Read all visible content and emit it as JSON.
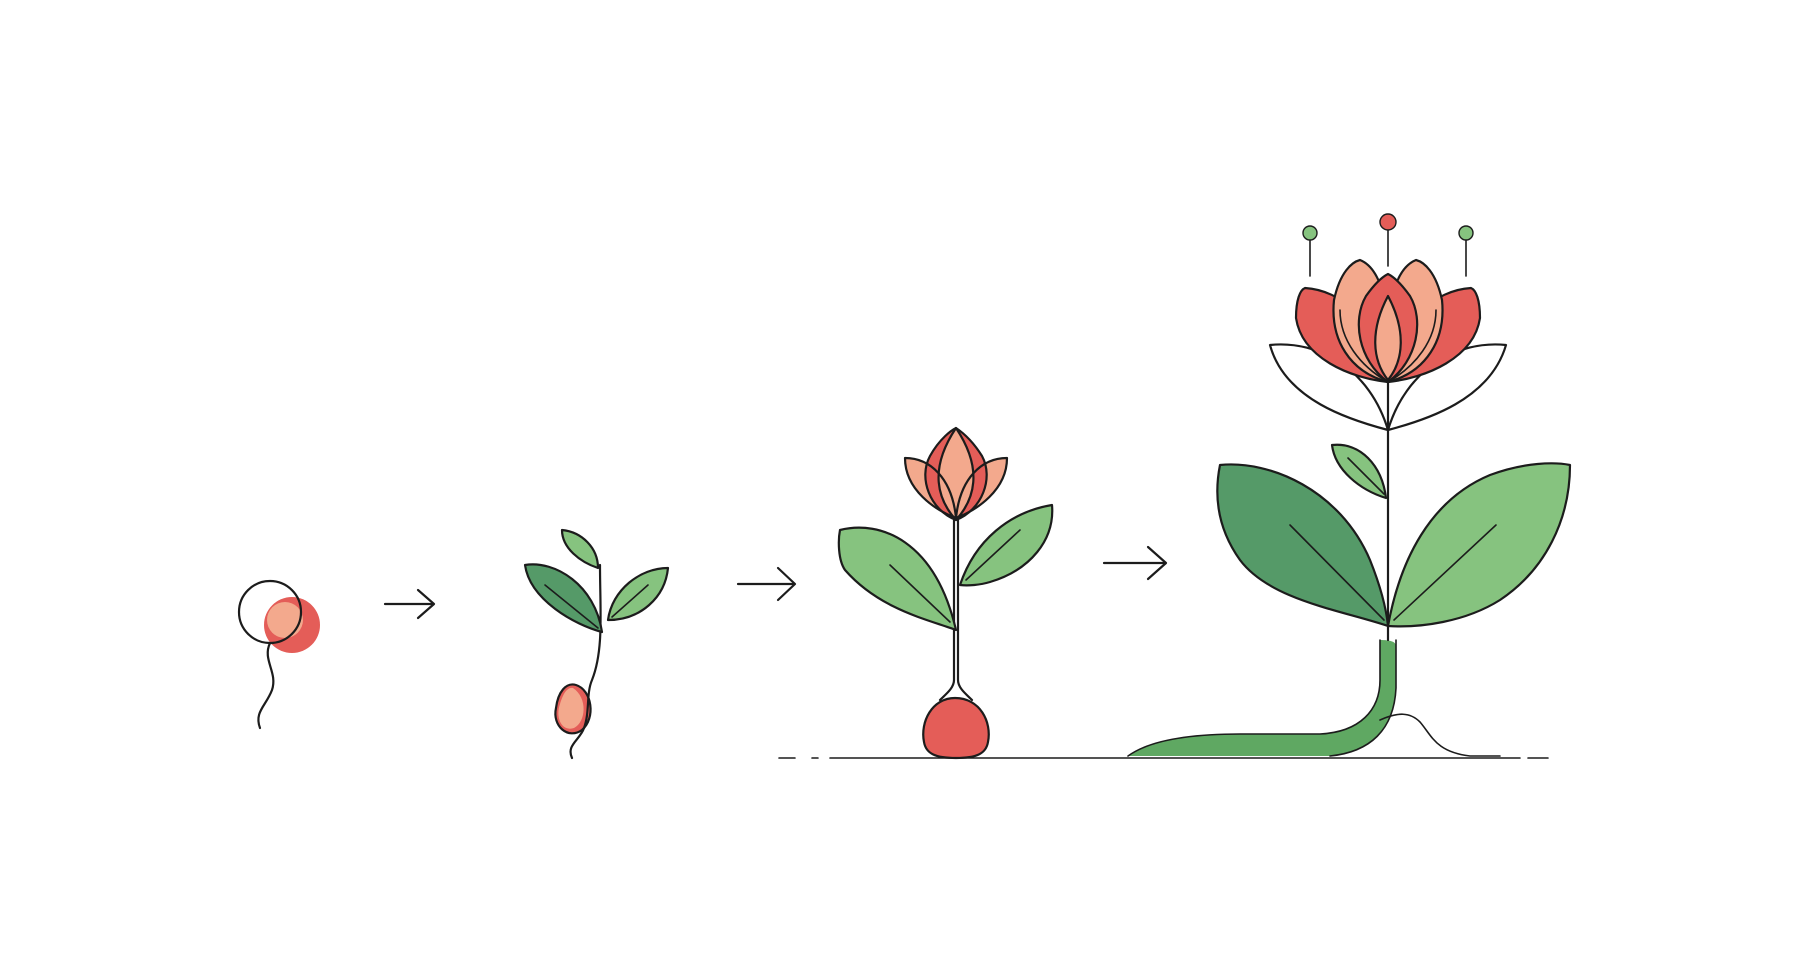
{
  "colors": {
    "background": "#ffffff",
    "line": "#1c1c1c",
    "leaf_dark": "#559a68",
    "leaf_light": "#86c37f",
    "petal_red": "#e45d58",
    "petal_peach": "#f3a98d",
    "ground_green": "#5fa862"
  },
  "stages": [
    {
      "id": "seed",
      "icon": "seed-icon"
    },
    {
      "id": "sprout",
      "icon": "sprout-icon"
    },
    {
      "id": "bud",
      "icon": "budding-plant-icon"
    },
    {
      "id": "bloom",
      "icon": "flowering-plant-icon"
    }
  ],
  "connectors": [
    "arrow-right-icon",
    "arrow-right-icon",
    "arrow-right-icon"
  ]
}
